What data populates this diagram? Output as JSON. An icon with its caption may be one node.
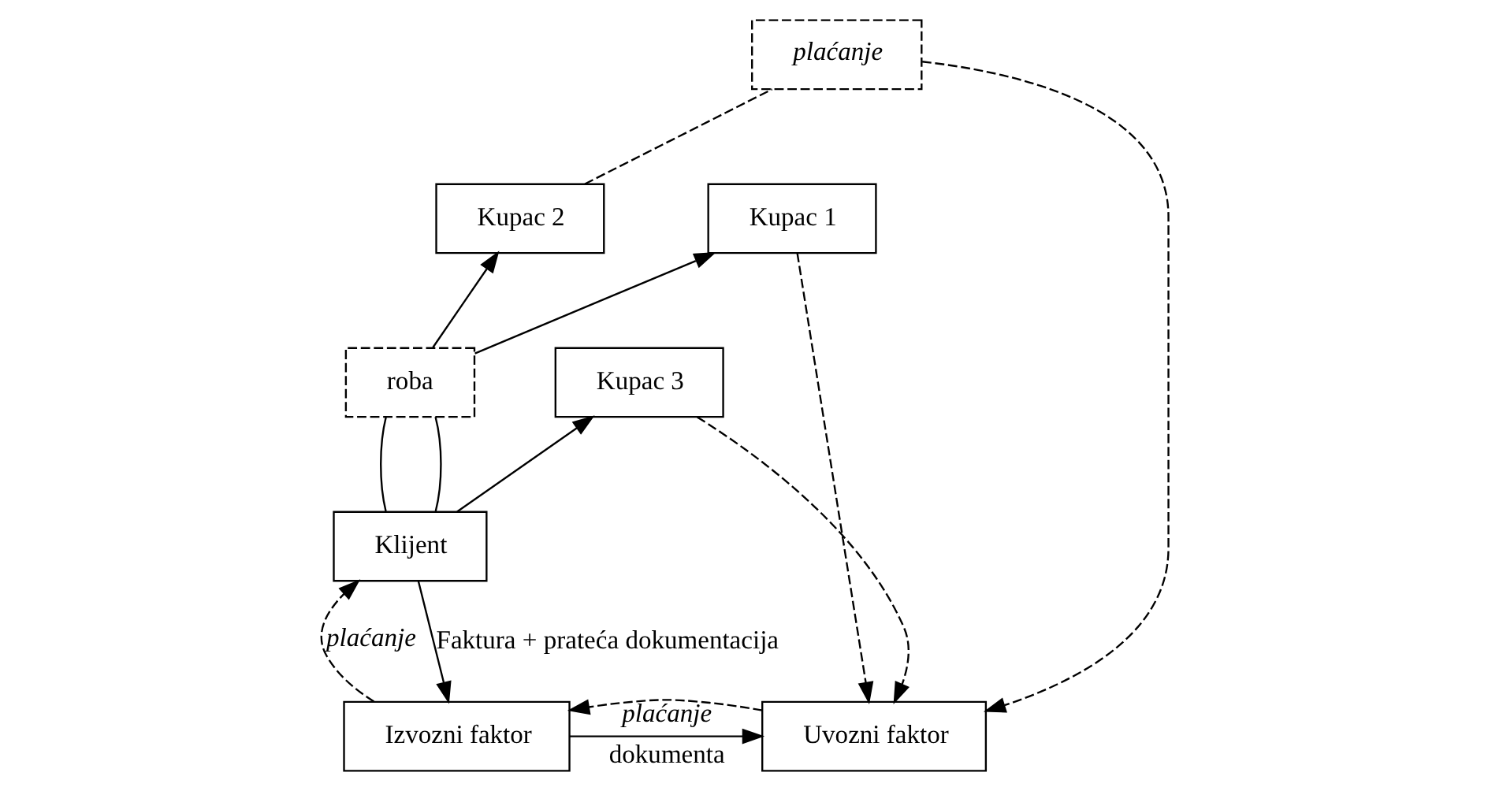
{
  "diagram": {
    "nodes": [
      {
        "text": [
          "Izvozni faktor"
        ]
      },
      {
        "text": [
          "Uvozni faktor"
        ]
      },
      {
        "text": [
          "Klijent"
        ]
      },
      {
        "text": [
          "Kupac 1"
        ]
      },
      {
        "text": [
          "Kupac 2"
        ]
      },
      {
        "text": [
          "Kupac 3"
        ]
      },
      {
        "text": [
          "roba"
        ]
      },
      {
        "text": [
          "plaćanje"
        ]
      }
    ],
    "edges": [
      {
        "from": 0,
        "to": 1,
        "arrow": "to",
        "label": "dokumenta"
      },
      {
        "from": 1,
        "to": 0,
        "arrow": "to",
        "label": "plaćanje",
        "style": "dashed"
      },
      {
        "from": 2,
        "to": 0,
        "arrow": "to",
        "label": "Faktura + prateća dokumentacija"
      },
      {
        "from": 0,
        "to": 2,
        "arrow": "to",
        "label": "plaćanje",
        "style": "dashed"
      },
      {
        "from": 2,
        "to": 6,
        "arrow": "none"
      },
      {
        "from": 2,
        "to": 6,
        "arrow": "none"
      },
      {
        "from": 6,
        "to": 3,
        "arrow": "to"
      },
      {
        "from": 6,
        "to": 4,
        "arrow": "to"
      },
      {
        "from": 2,
        "to": 5,
        "arrow": "to"
      },
      {
        "from": 3,
        "to": 1,
        "arrow": "to",
        "style": "dashed"
      },
      {
        "from": 4,
        "to": 7,
        "arrow": "none",
        "style": "dashed"
      },
      {
        "from": 7,
        "to": 1,
        "arrow": "to",
        "style": "dashed"
      },
      {
        "from": 5,
        "to": 1,
        "arrow": "to",
        "style": "dashed"
      }
    ]
  }
}
